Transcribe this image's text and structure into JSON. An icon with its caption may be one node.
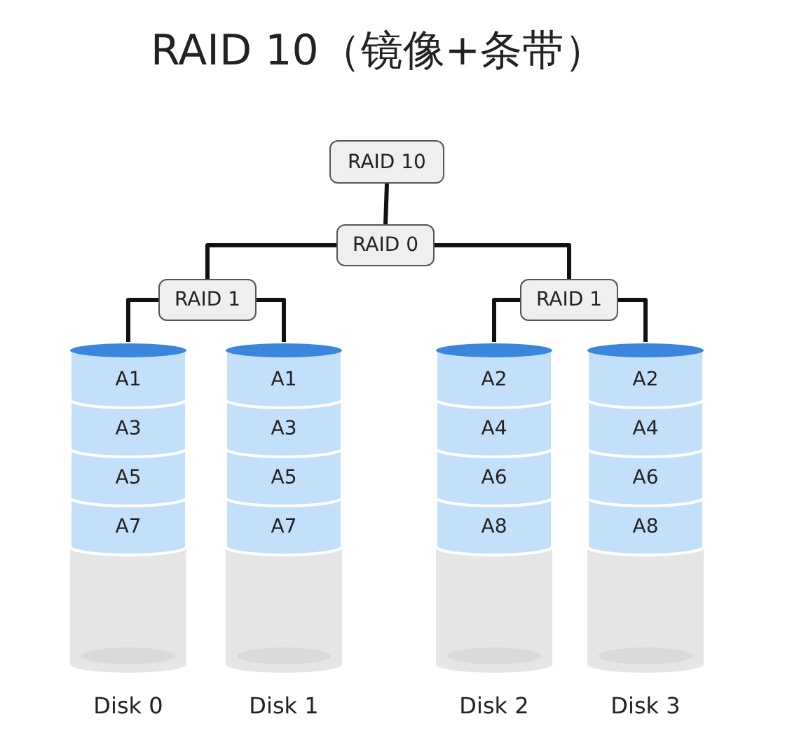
{
  "diagram": {
    "title": "RAID 10（镜像+条带）",
    "nodes": [
      {
        "text": [
          "RAID 10"
        ]
      },
      {
        "text": [
          "RAID 0"
        ]
      },
      {
        "text": [
          "RAID 1"
        ]
      },
      {
        "text": [
          "RAID 1"
        ]
      },
      {
        "text": [
          "A1",
          "A3",
          "A5",
          "A7"
        ],
        "beside": [
          "Disk 0"
        ]
      },
      {
        "text": [
          "A1",
          "A3",
          "A5",
          "A7"
        ],
        "beside": [
          "Disk 1"
        ]
      },
      {
        "text": [
          "A2",
          "A4",
          "A6",
          "A8"
        ],
        "beside": [
          "Disk 2"
        ]
      },
      {
        "text": [
          "A2",
          "A4",
          "A6",
          "A8"
        ],
        "beside": [
          "Disk 3"
        ]
      }
    ],
    "edges": [
      {
        "from": 0,
        "to": 1,
        "arrow": "none"
      },
      {
        "from": 1,
        "to": 2,
        "arrow": "none"
      },
      {
        "from": 1,
        "to": 3,
        "arrow": "none"
      },
      {
        "from": 2,
        "to": 4,
        "arrow": "none"
      },
      {
        "from": 2,
        "to": 5,
        "arrow": "none"
      },
      {
        "from": 3,
        "to": 6,
        "arrow": "none"
      },
      {
        "from": 3,
        "to": 7,
        "arrow": "none"
      }
    ]
  }
}
